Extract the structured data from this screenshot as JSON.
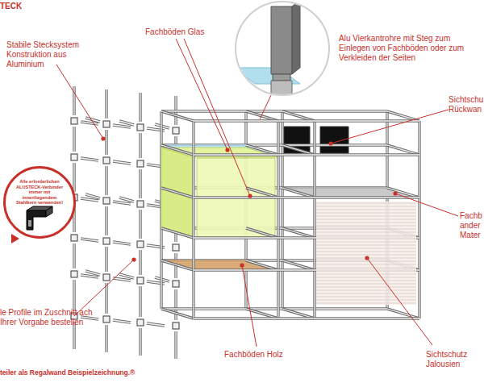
{
  "diagram": {
    "nodes": [
      {
        "text": [
          "Alle erforderlichen ALUSTECK-Verbinder immer mit innenliegendem Stahlkern verwenden!"
        ]
      }
    ],
    "labels": [
      "TECK",
      "Stabile Stecksystem Konstruktion aus Aluminium",
      "Fachböden Glas",
      "Alu Vierkantrohre mit Steg zum Einlegen von Fachböden oder zum Verkleiden der Seiten",
      "Sichtschu Rückwan",
      "Fachb ander Mater",
      "le Profile im Zuschnitt ach Ihrer Vorgabe bestellen",
      "Fachböden Holz",
      "Sichtschutz Jalousien",
      "teiler als Regalwand Beispielzeichnung.®"
    ]
  }
}
